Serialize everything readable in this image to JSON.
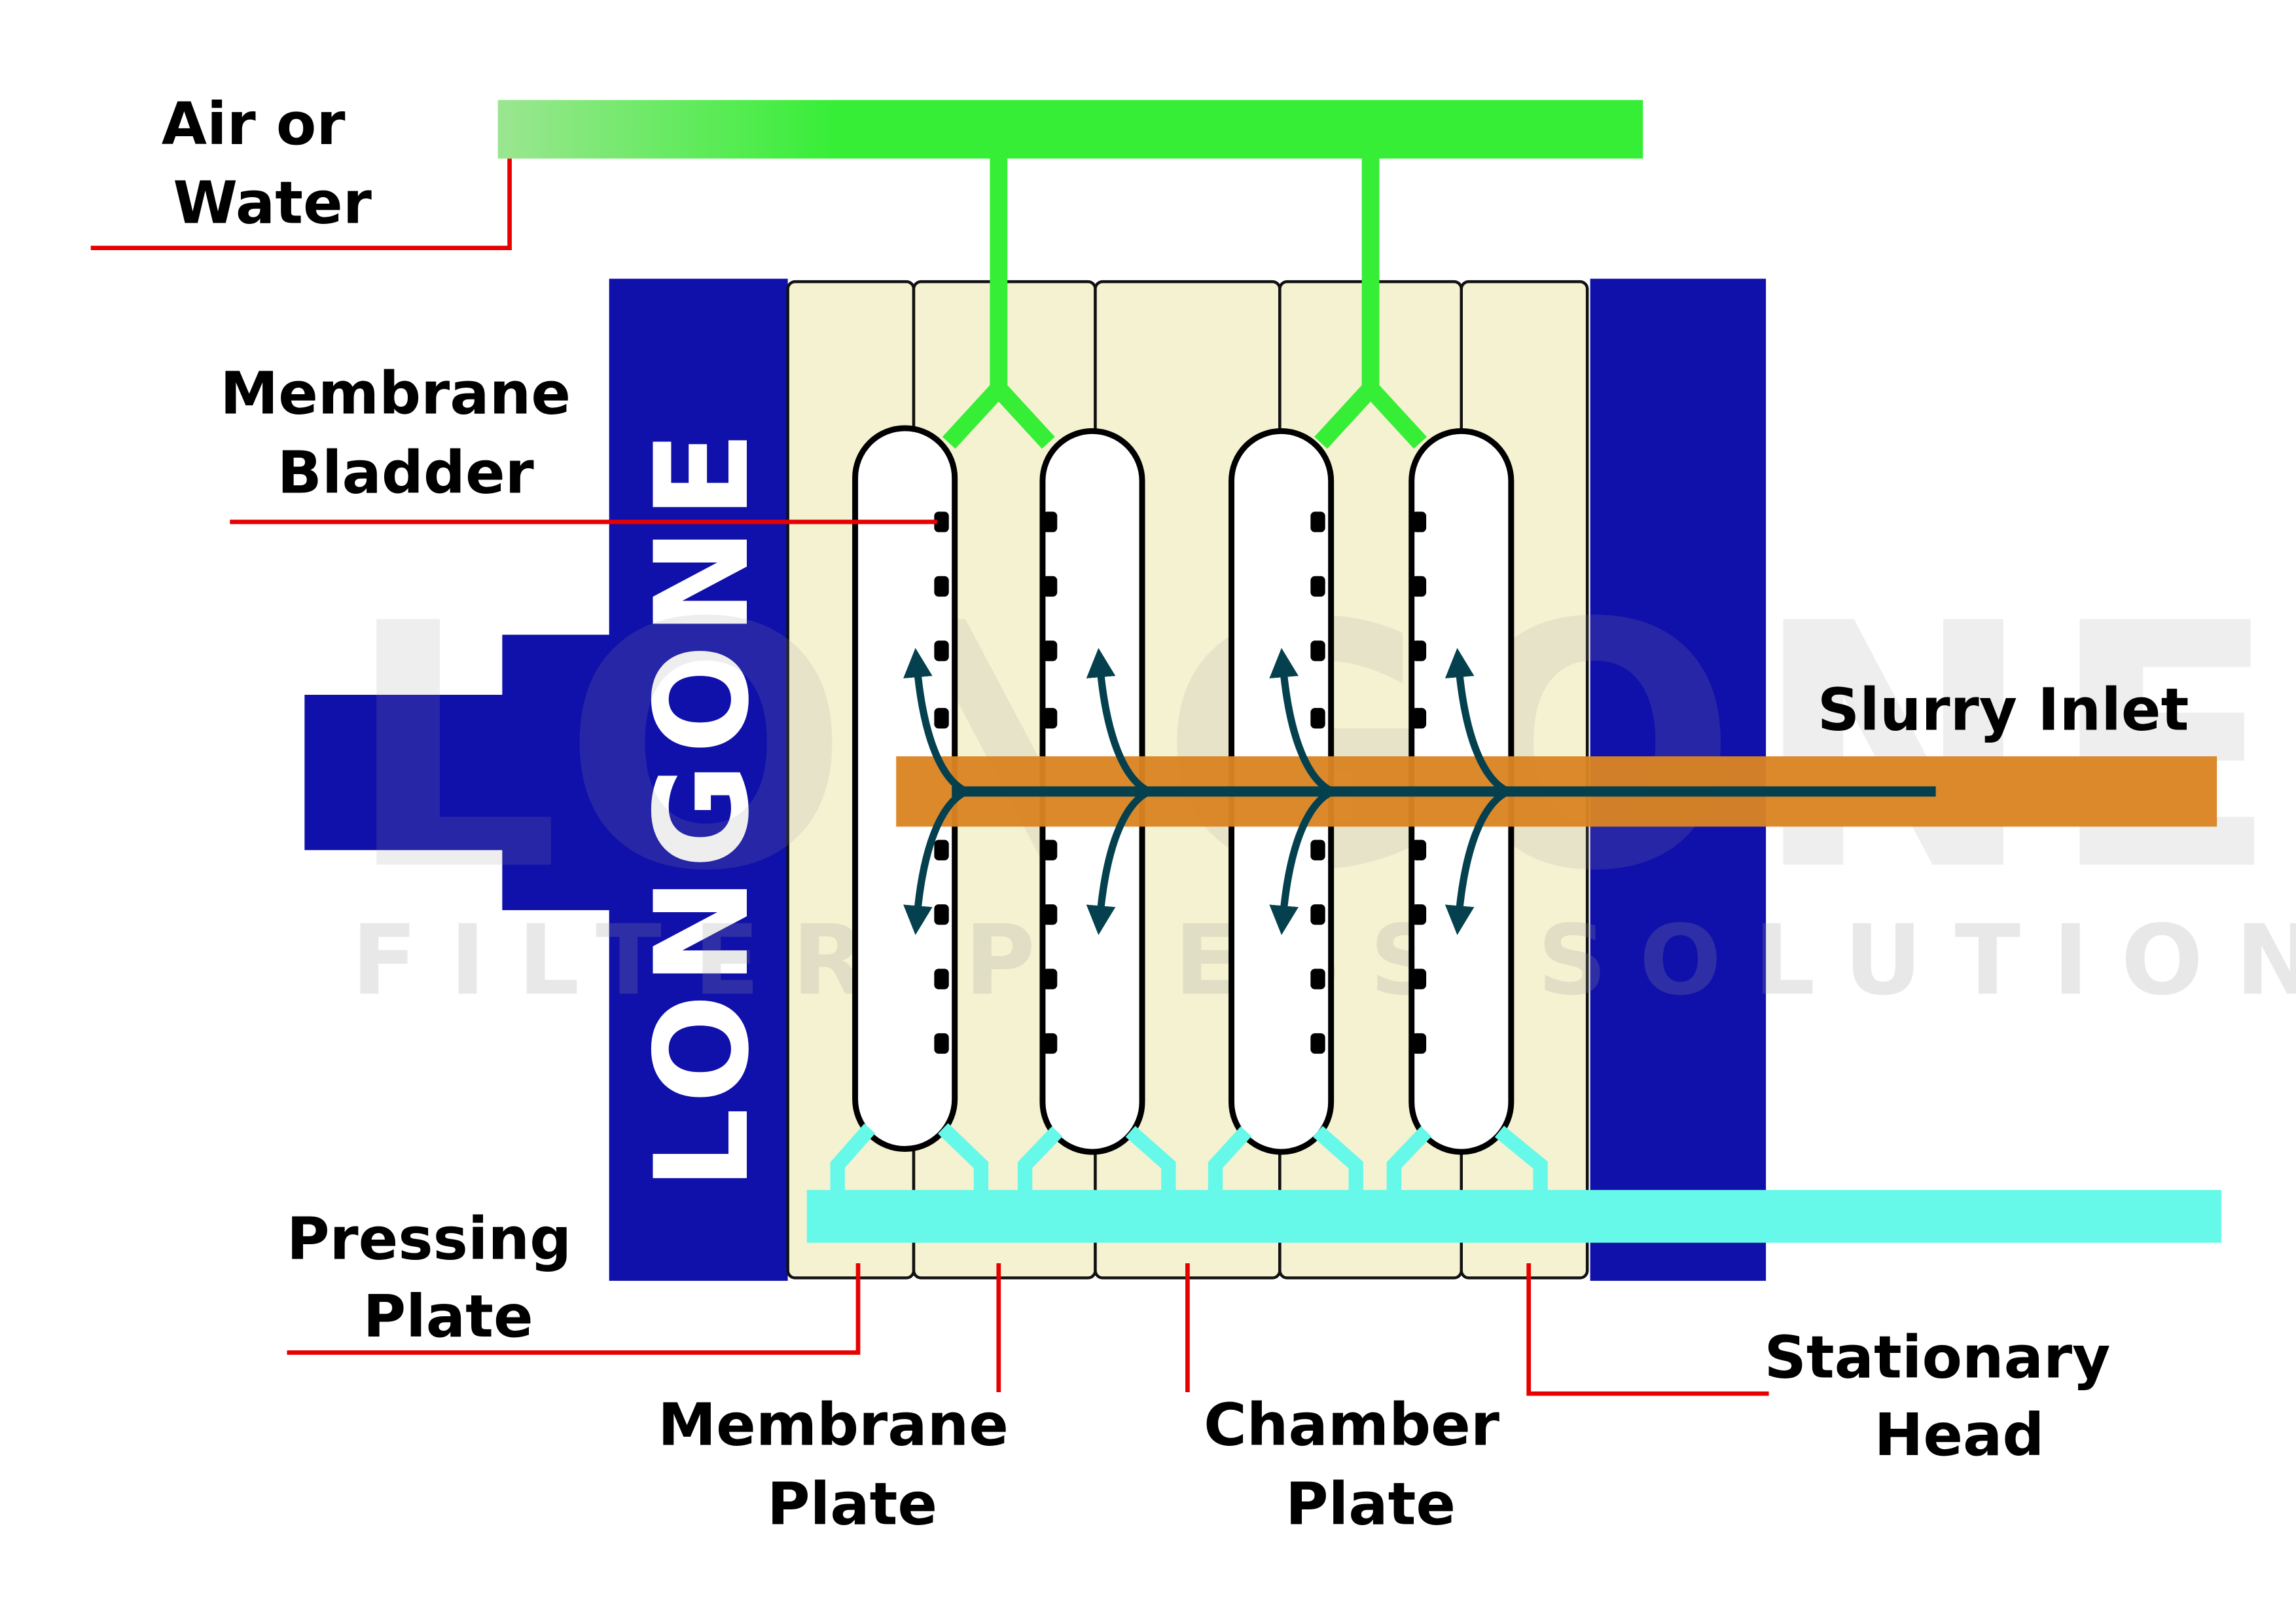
{
  "labels": {
    "air_or_water": [
      "Air or",
      "Water"
    ],
    "membrane_bladder": [
      "Membrane",
      "Bladder"
    ],
    "slurry_inlet": "Slurry Inlet",
    "pressing_plate": [
      "Pressing",
      "Plate"
    ],
    "membrane_plate": [
      "Membrane",
      "Plate"
    ],
    "chamber_plate": [
      "Chamber",
      "Plate"
    ],
    "stationary_head": [
      "Stationary",
      "Head"
    ]
  },
  "logo": "LONGONE",
  "watermark": {
    "brand": "LONGONE",
    "tagline": "FILTER PRESS SOLUTION"
  },
  "colors": {
    "frame_blue": "#1010AA",
    "plate_cream": "#F5F2D2",
    "air_green": "#35EE35",
    "slurry_orange": "#DA8422",
    "filtrate_cyan": "#66F8E8",
    "flow_teal": "#05404F",
    "leader_red": "#E60000"
  }
}
